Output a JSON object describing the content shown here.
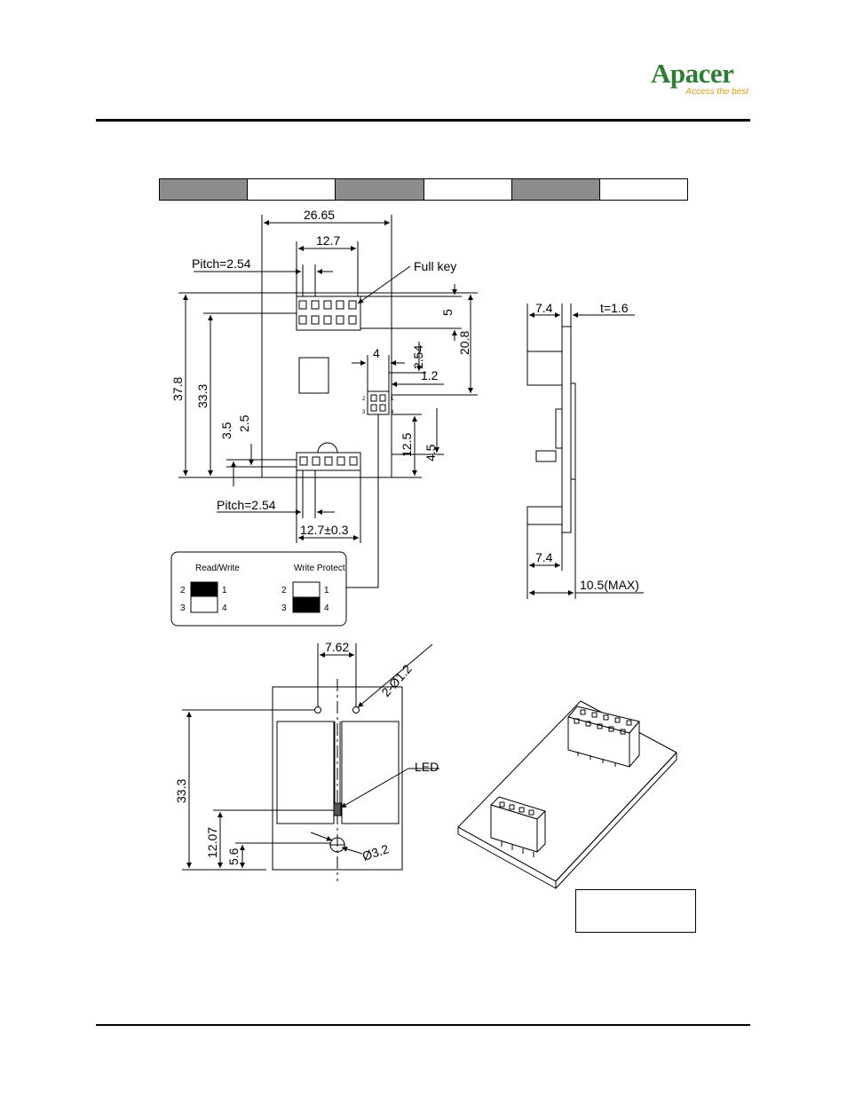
{
  "header": {
    "logo": {
      "name": "Apacer",
      "tagline": "Access the best"
    }
  },
  "colors": {
    "logo_green": "#2e7d32",
    "logo_gold": "#d4a017",
    "table_shade": "#8c8c8c",
    "led_fill": "#555555"
  },
  "drawing": {
    "top_view": {
      "overall_width": "26.65",
      "header_span": "12.7",
      "pitch_top": "Pitch=2.54",
      "full_key": "Full  key",
      "dim_5": "5",
      "dim_20_8": "20.8",
      "dim_4": "4",
      "dim_2_54": "2.54",
      "dim_1_2": "1.2",
      "dim_37_8": "37.8",
      "dim_33_3": "33.3",
      "dim_3_5": "3.5",
      "dim_2_5": "2.5",
      "dim_12_5": "12.5",
      "dim_4_5": "4.5",
      "pitch_bottom": "Pitch=2.54",
      "bottom_span": "12.7±0.3",
      "jumper_pins": [
        "2",
        "1",
        "3",
        "4"
      ]
    },
    "jumper_legend": {
      "read_write": "Read/Write",
      "write_protect": "Write  Protect",
      "pins": [
        "2",
        "1",
        "3",
        "4"
      ]
    },
    "side_view": {
      "dim_7_4_top": "7.4",
      "thickness": "t=1.6",
      "dim_7_4_bottom": "7.4",
      "max_height": "10.5(MAX)"
    },
    "bottom_view": {
      "hole_spacing": "7.62",
      "hole_callout": "2-Ø1.2",
      "led": "LED",
      "dim_33_3": "33.3",
      "dim_12_07": "12.07",
      "dim_5_6": "5.6",
      "mount_hole": "Ø3.2"
    }
  }
}
